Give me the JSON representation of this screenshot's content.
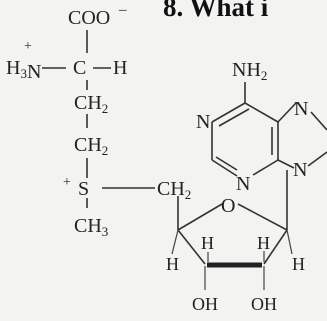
{
  "heading": "8. What i",
  "labels": {
    "carboxylate": "COO",
    "carboxylate_charge": "–",
    "amine_charge": "+",
    "amine": "H3N",
    "alpha_c": "C",
    "alpha_h": "H",
    "ch2_a": "CH2",
    "ch2_b": "CH2",
    "sulfonium_charge": "+",
    "sulfur": "S",
    "methyl": "CH3",
    "ch2_c": "CH2",
    "nh2": "NH2",
    "n1": "N",
    "n3": "N",
    "n7": "N",
    "n9": "N",
    "ring_o": "O",
    "h1": "H",
    "h2": "H",
    "h3": "H",
    "h4": "H",
    "oh1": "OH",
    "oh2": "OH"
  },
  "colors": {
    "ink": "#222222",
    "paper": "#f3f3f1"
  }
}
